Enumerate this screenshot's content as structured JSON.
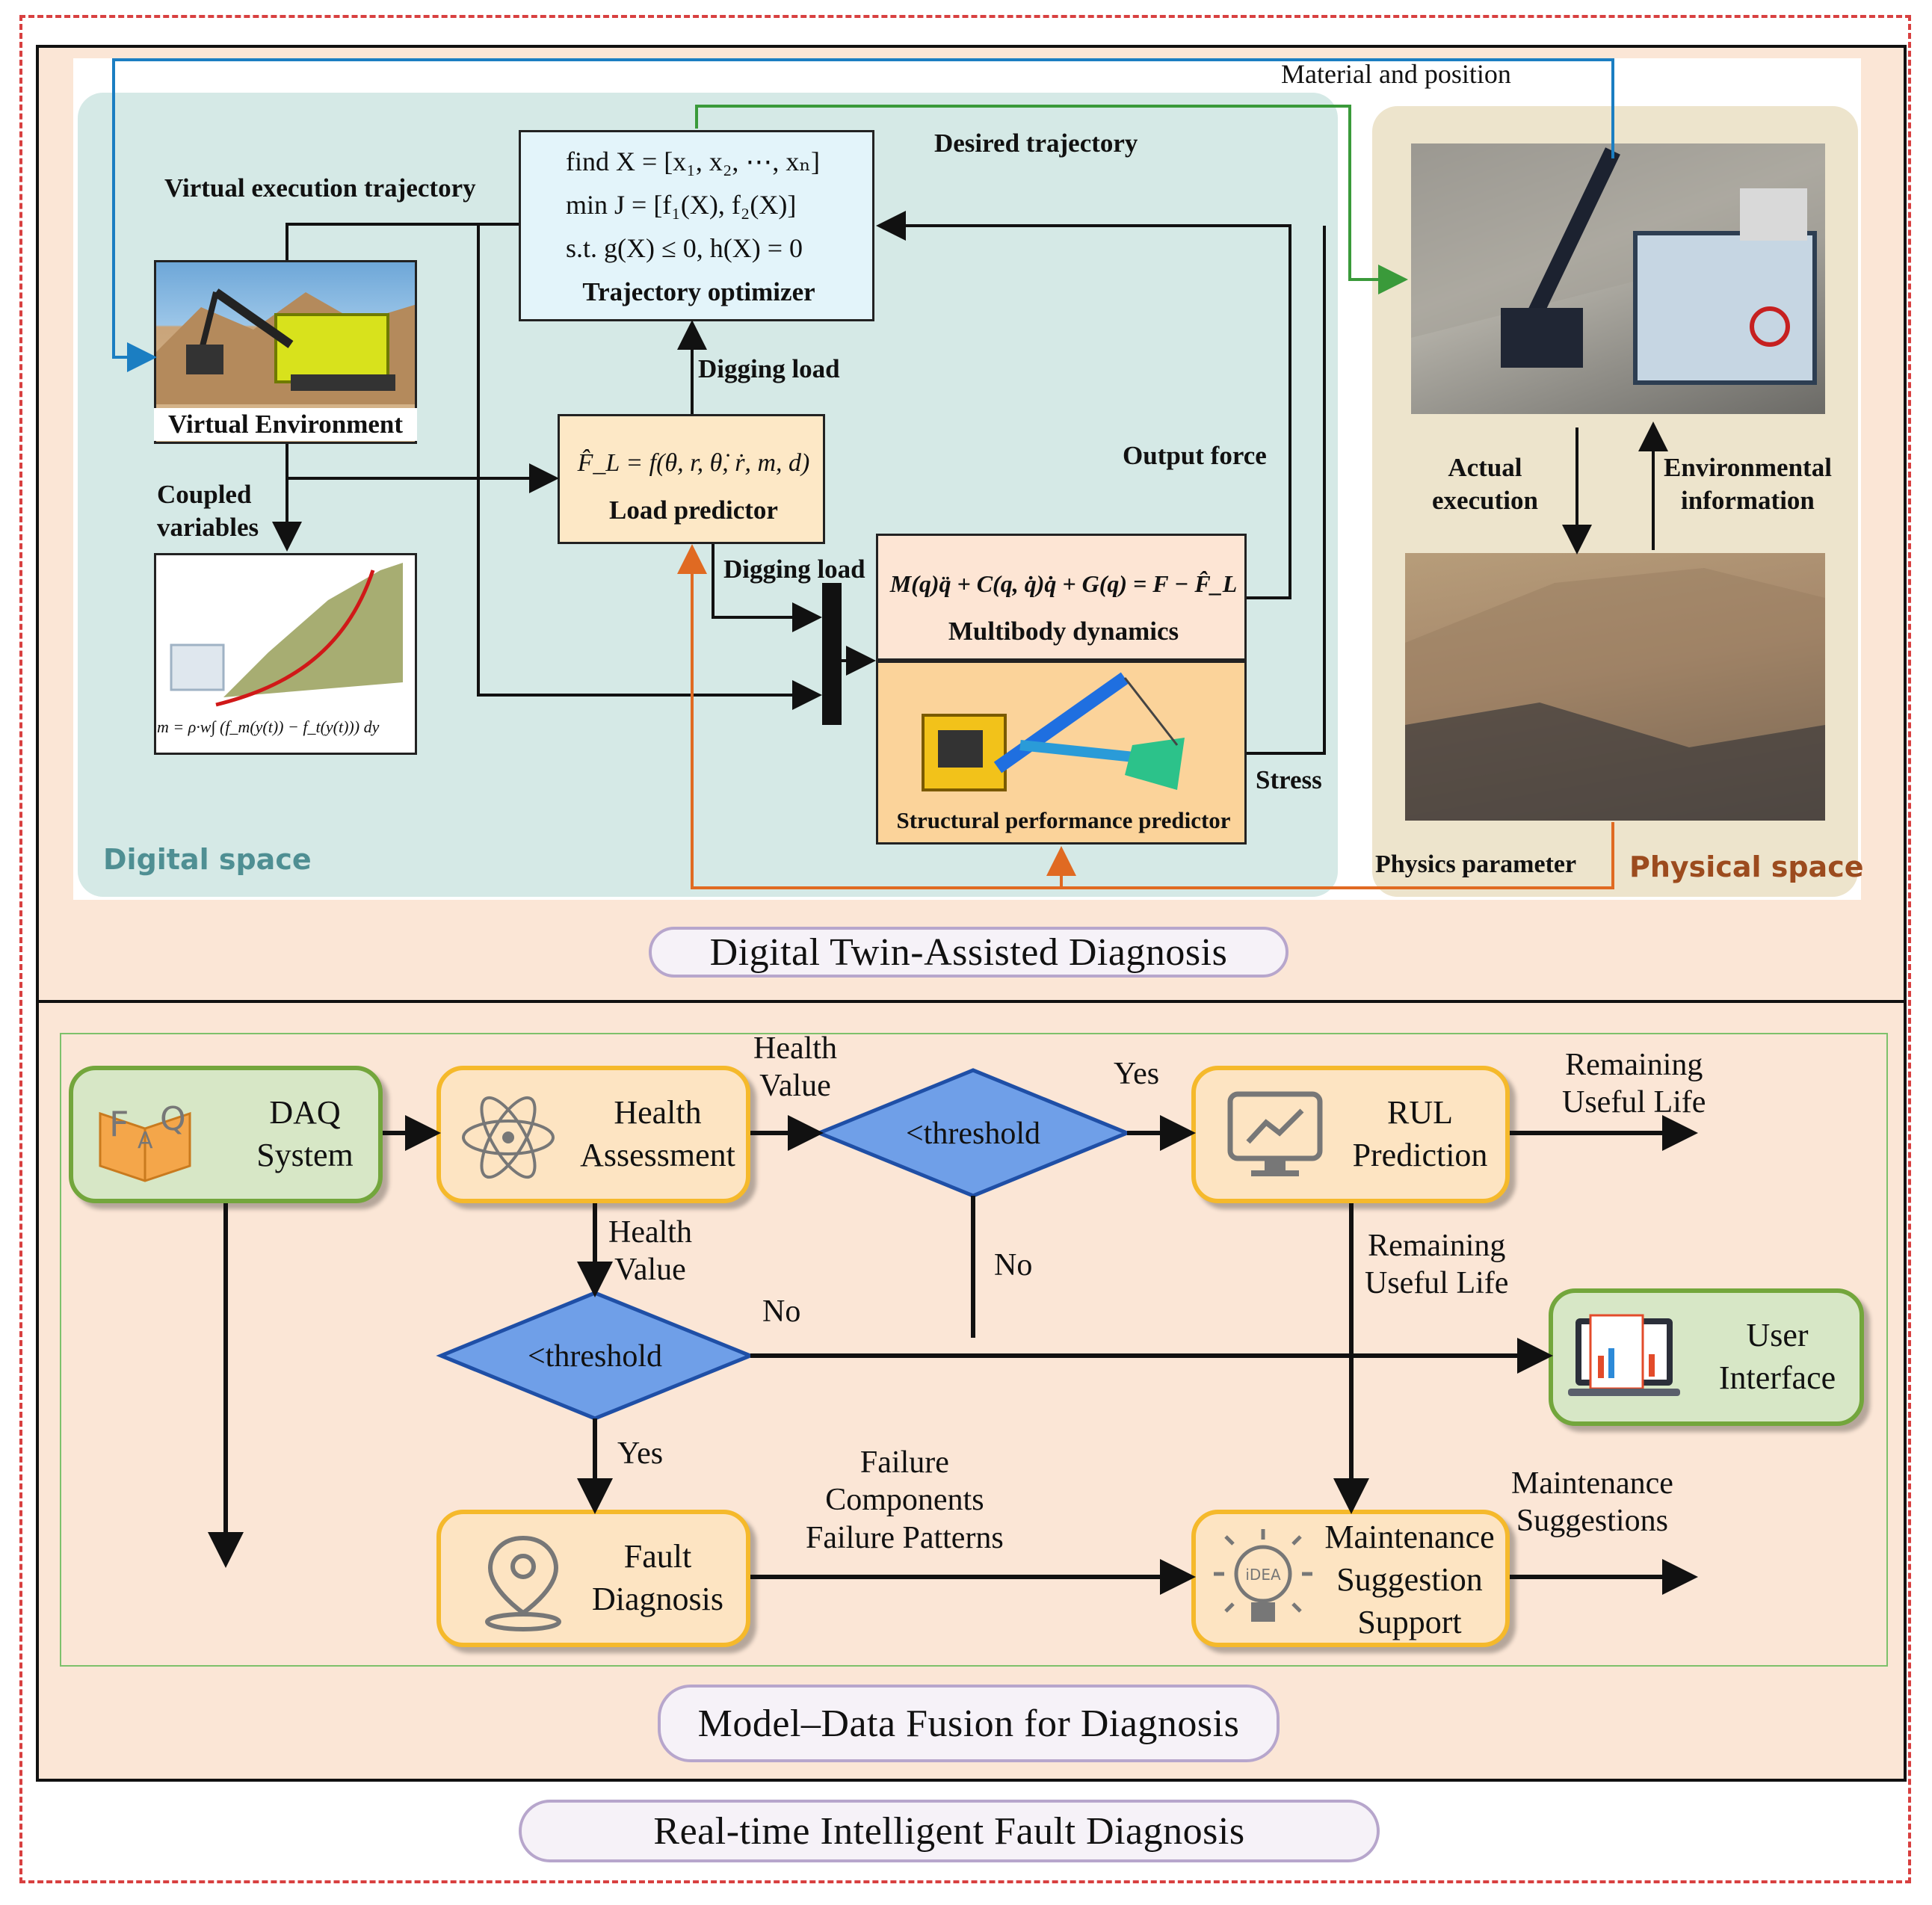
{
  "top": {
    "caption": "Digital Twin-Assisted Diagnosis",
    "digital_space": "Digital space",
    "physical_space": "Physical space",
    "virtual_env_label": "Virtual Environment",
    "virtual_exec_traj": "Virtual execution trajectory",
    "coupled_variables": [
      "Coupled",
      "variables"
    ],
    "mass_formula": "m = ρ·w∫ (f_m(y(t)) − f_t(y(t))) dy",
    "opt_find": "find  X = [x₁, x₂, ⋯, xₙ]",
    "opt_min": "min  J = [f₁(X), f₂(X)]",
    "opt_st": "s.t.   g(X) ≤ 0, h(X) = 0",
    "opt_title": "Trajectory optimizer",
    "desired_traj": "Desired trajectory",
    "material_position": "Material and position",
    "digging_load_1": "Digging load",
    "digging_load_2": "Digging load",
    "load_formula": "F̂_L = f(θ, r, θ̇, ṙ, m, d)",
    "load_title": "Load predictor",
    "output_force": "Output force",
    "mbd_formula": "M(q)q̈ + C(q, q̇)q̇ + G(q) = F − F̂_L",
    "mbd_title": "Multibody dynamics",
    "struct_title": "Structural performance predictor",
    "stress": "Stress",
    "actual_execution": [
      "Actual",
      "execution"
    ],
    "env_info": [
      "Environmental",
      "information"
    ],
    "physics_parameter": "Physics parameter"
  },
  "bottom": {
    "caption": "Model–Data Fusion for Diagnosis",
    "daq": [
      "DAQ",
      "System"
    ],
    "faq_icon_text": [
      "F",
      "A",
      "Q"
    ],
    "health": [
      "Health",
      "Assessment"
    ],
    "rul": [
      "RUL",
      "Prediction"
    ],
    "ui": [
      "User",
      "Interface"
    ],
    "fault": [
      "Fault",
      "Diagnosis"
    ],
    "maint": [
      "Maintenance",
      "Suggestion",
      "Support"
    ],
    "idea_icon_text": "iDEA",
    "threshold_1": "<threshold",
    "threshold_2": "<threshold",
    "health_value_1": [
      "Health",
      "Value"
    ],
    "health_value_2": [
      "Health",
      "Value"
    ],
    "yes_1": "Yes",
    "yes_2": "Yes",
    "no_1": "No",
    "no_2": "No",
    "rul_label_1": [
      "Remaining",
      "Useful Life"
    ],
    "rul_label_2": [
      "Remaining",
      "Useful Life"
    ],
    "failure": [
      "Failure",
      "Components",
      "Failure Patterns"
    ],
    "maint_sugg": [
      "Maintenance",
      "Suggestions"
    ]
  },
  "outer_caption": "Real-time Intelligent Fault Diagnosis",
  "colors": {
    "dash_border": "#d84040",
    "panel_bg": "#fbe6d6",
    "digital_bg": "#d5e9e6",
    "physical_bg": "#ede4cc",
    "node_orange": "#f5b92b",
    "node_green": "#73a63c",
    "diamond": "#6f9fe8",
    "arrow_blue": "#1b7ec2",
    "arrow_green": "#3a9a3a",
    "arrow_orange": "#e06a22"
  }
}
